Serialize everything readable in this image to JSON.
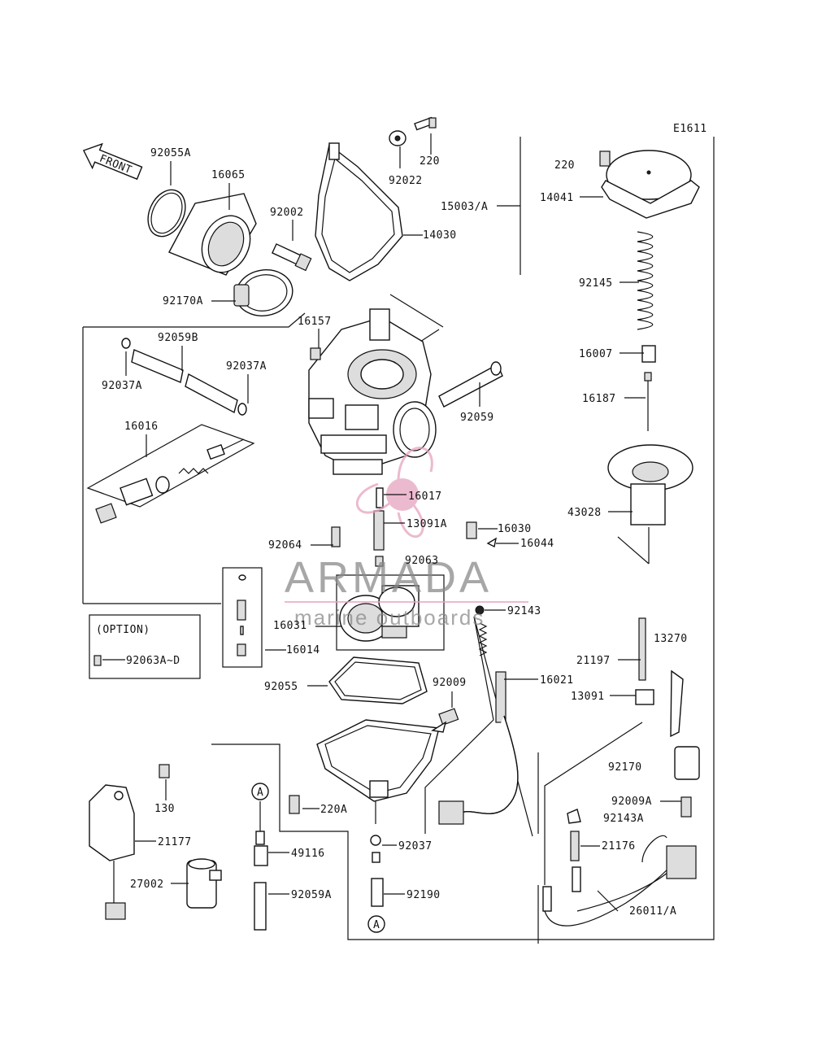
{
  "diagram_code": "E1611",
  "front_label": "FRONT",
  "option_label": "(OPTION)",
  "circle_marker": "A",
  "labels": [
    "92055A",
    "16065",
    "92002",
    "92022",
    "220",
    "15003/A",
    "14030",
    "92170A",
    "16157",
    "92059B",
    "92037A",
    "92037A",
    "16016",
    "92059",
    "16017",
    "13091A",
    "92064",
    "92063",
    "16031",
    "16014",
    "92063A~D",
    "92055",
    "92009",
    "220A",
    "130",
    "21177",
    "27002",
    "49116",
    "92059A",
    "92037",
    "92190",
    "92143",
    "16021",
    "220",
    "14041",
    "92145",
    "16007",
    "16187",
    "43028",
    "16030",
    "16044",
    "13270",
    "21197",
    "13091",
    "92170",
    "92009A",
    "92143A",
    "21176",
    "26011/A"
  ],
  "watermark": {
    "brand": "ARMADA",
    "tagline": "marine outboards",
    "accent_color": "#e6a3c0",
    "text_color": "#8a8a8a"
  }
}
